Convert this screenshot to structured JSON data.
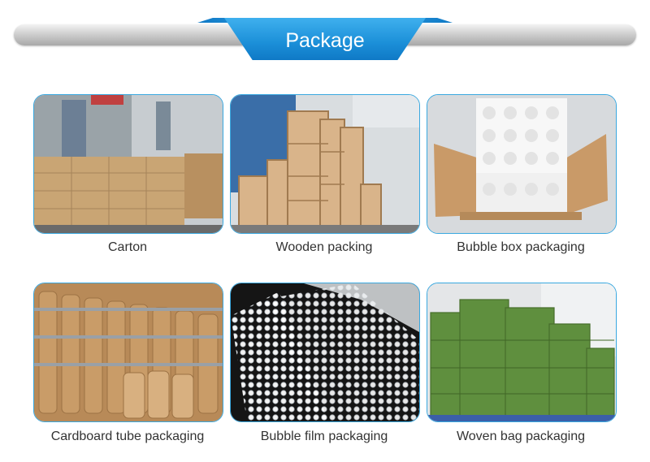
{
  "header": {
    "title": "Package"
  },
  "items": [
    {
      "label": "Carton"
    },
    {
      "label": "Wooden packing"
    },
    {
      "label": "Bubble box packaging"
    },
    {
      "label": "Cardboard tube packaging"
    },
    {
      "label": "Bubble film packaging"
    },
    {
      "label": "Woven bag packaging"
    }
  ],
  "colors": {
    "accent": "#1b8fd8",
    "tile_border": "#39a8e0",
    "caption": "#333333"
  }
}
